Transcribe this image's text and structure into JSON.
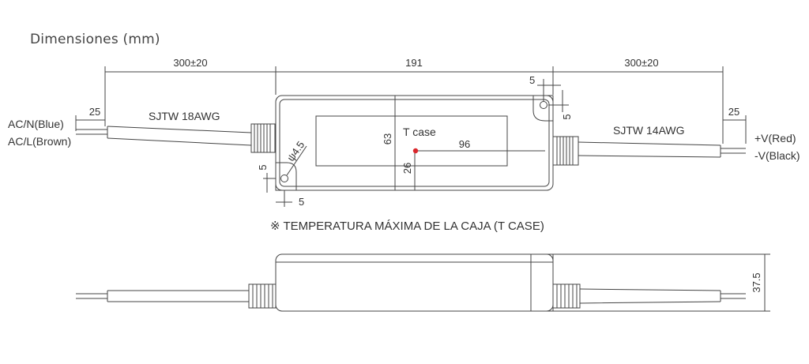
{
  "title": "Dimensiones (mm)",
  "note": "※ TEMPERATURA MÁXIMA DE LA CAJA (T CASE)",
  "top_view": {
    "dim_left_cable": "300±20",
    "dim_body_length": "191",
    "dim_right_cable": "300±20",
    "dim_left_strip": "25",
    "dim_right_strip": "25",
    "left_cable_label": "SJTW 18AWG",
    "right_cable_label": "SJTW 14AWG",
    "left_wire_1": "AC/N(Blue)",
    "left_wire_2": "AC/L(Brown)",
    "right_wire_1": "+V(Red)",
    "right_wire_2": "-V(Black)",
    "t_case_label": "T case",
    "dim_tcase_x": "96",
    "dim_tcase_y": "26",
    "dim_body_width": "63",
    "hole_diameter": "ψ4.5",
    "dim_hole_offset_top_h": "5",
    "dim_hole_offset_top_v": "5",
    "dim_hole_offset_bottom_h": "5",
    "dim_hole_offset_bottom_v": "5",
    "colors": {
      "line": "#444444",
      "tcase_dot": "#d9262b"
    }
  },
  "side_view": {
    "dim_height": "37.5"
  }
}
